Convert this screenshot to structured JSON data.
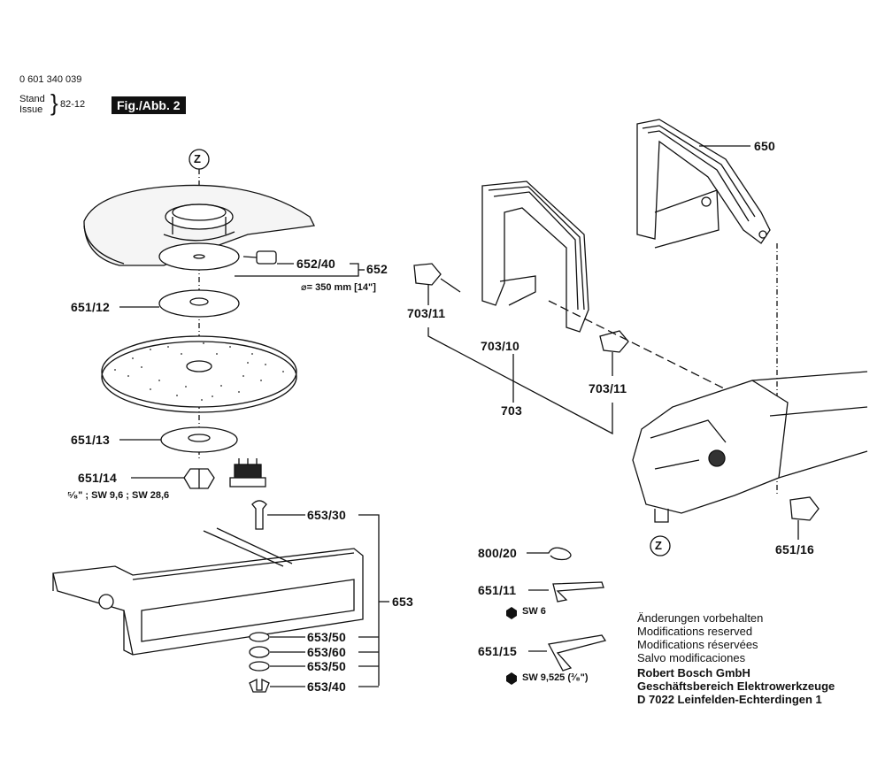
{
  "header": {
    "part_number": "0 601 340 039",
    "stand": "Stand",
    "issue": "Issue",
    "date": "82-12",
    "figure": "Fig./Abb. 2"
  },
  "markers": {
    "z_top": "Z",
    "z_bottom": "Z"
  },
  "labels": {
    "l_652_40": "652/40",
    "l_652": "652",
    "diameter": "⌀= 350 mm [14\"]",
    "l_651_12": "651/12",
    "l_651_13": "651/13",
    "l_651_14": "651/14",
    "nut_spec": "⁵⁄₈\" ; SW 9,6 ; SW 28,6",
    "l_653_30": "653/30",
    "l_653": "653",
    "l_653_50a": "653/50",
    "l_653_60": "653/60",
    "l_653_50b": "653/50",
    "l_653_40": "653/40",
    "l_650": "650",
    "l_703_11a": "703/11",
    "l_703_10": "703/10",
    "l_703_11b": "703/11",
    "l_703": "703",
    "l_651_16": "651/16",
    "l_800_20": "800/20",
    "l_651_11": "651/11",
    "sw6": "SW 6",
    "l_651_15": "651/15",
    "sw9": "SW 9,525  (³⁄₈\")"
  },
  "notes": {
    "line1": "Änderungen vorbehalten",
    "line2": "Modifications reserved",
    "line3": "Modifications réservées",
    "line4": "Salvo modificaciones",
    "company1": "Robert Bosch GmbH",
    "company2": "Geschäftsbereich Elektrowerkzeuge",
    "company3": "D 7022 Leinfelden-Echterdingen 1"
  }
}
